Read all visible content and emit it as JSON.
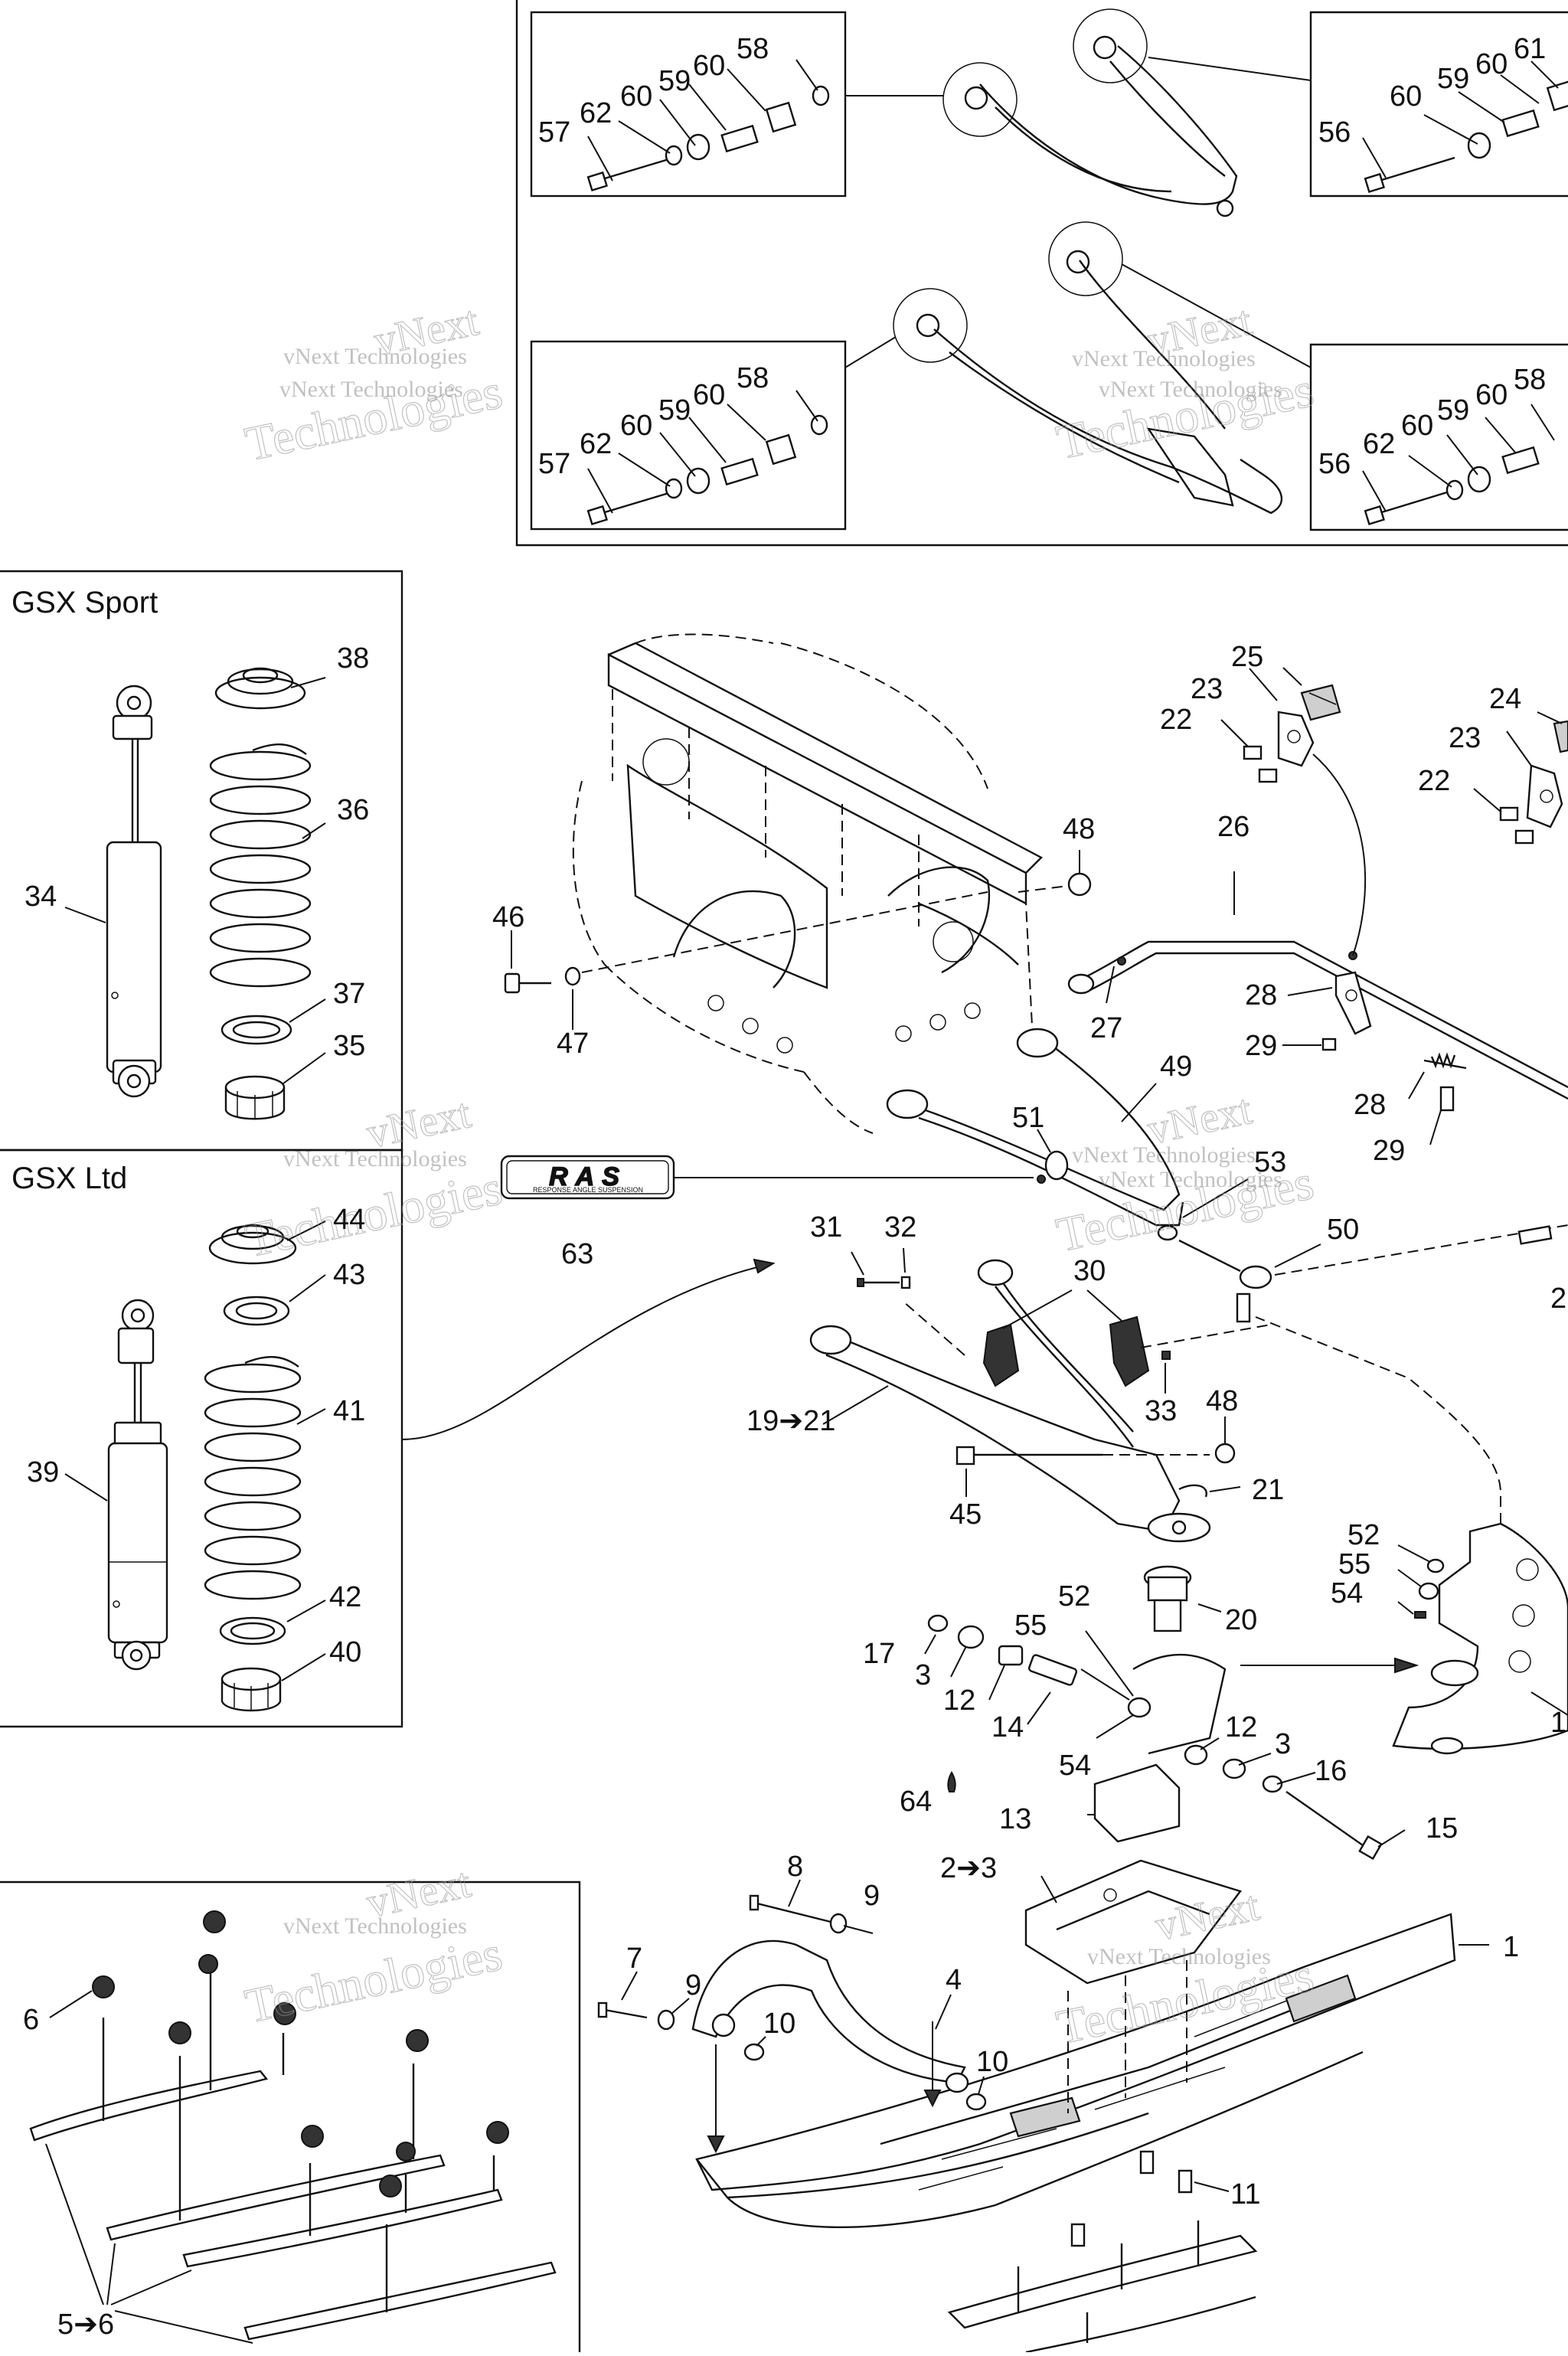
{
  "titles": {
    "gsx_sport": "GSX Sport",
    "gsx_ltd": "GSX Ltd"
  },
  "watermark": {
    "line1": "vNext Technologies",
    "line2": "vNext",
    "line3": "Technologies"
  },
  "logo_text": "RAS",
  "logo_subtext": "RESPONSE ANGLE SUSPENSION",
  "callouts": {
    "c58a": "58",
    "c60a": "60",
    "c59a": "59",
    "c60b": "60",
    "c62a": "62",
    "c57a": "57",
    "c60c": "60",
    "c59b": "59",
    "c60d": "60",
    "c61a": "61",
    "c56a": "56",
    "c58b": "58",
    "c60e": "60",
    "c59c": "59",
    "c60f": "60",
    "c62b": "62",
    "c57b": "57",
    "c58c": "58",
    "c60g": "60",
    "c59d": "59",
    "c60h": "60",
    "c62c": "62",
    "c56b": "56",
    "c38": "38",
    "c36": "36",
    "c34": "34",
    "c37": "37",
    "c35": "35",
    "c44": "44",
    "c43": "43",
    "c41": "41",
    "c39": "39",
    "c42": "42",
    "c40": "40",
    "c25": "25",
    "c23a": "23",
    "c22a": "22",
    "c24": "24",
    "c23b": "23",
    "c22b": "22",
    "c48a": "48",
    "c46": "46",
    "c47": "47",
    "c26": "26",
    "c27": "27",
    "c28a": "28",
    "c29a": "29",
    "c28b": "28",
    "c29b": "29",
    "c49": "49",
    "c51": "51",
    "c53": "53",
    "c63": "63",
    "c50": "50",
    "c2x": "2",
    "c31": "31",
    "c32": "32",
    "c30": "30",
    "c33": "33",
    "c48b": "48",
    "c19_21": "19➔21",
    "c45": "45",
    "c21": "21",
    "c52a": "52",
    "c55a": "55",
    "c54a": "54",
    "c1x": "1",
    "c52b": "52",
    "c20": "20",
    "c17": "17",
    "c55b": "55",
    "c3a": "3",
    "c12a": "12",
    "c14": "14",
    "c54b": "54",
    "c12b": "12",
    "c3b": "3",
    "c16": "16",
    "c64": "64",
    "c13": "13",
    "c15": "15",
    "c8": "8",
    "c9a": "9",
    "c2_3": "2➔3",
    "c7": "7",
    "c9b": "9",
    "c4": "4",
    "c10a": "10",
    "c10b": "10",
    "c1": "1",
    "c11": "11",
    "c6": "6",
    "c5_6": "5➔6"
  }
}
